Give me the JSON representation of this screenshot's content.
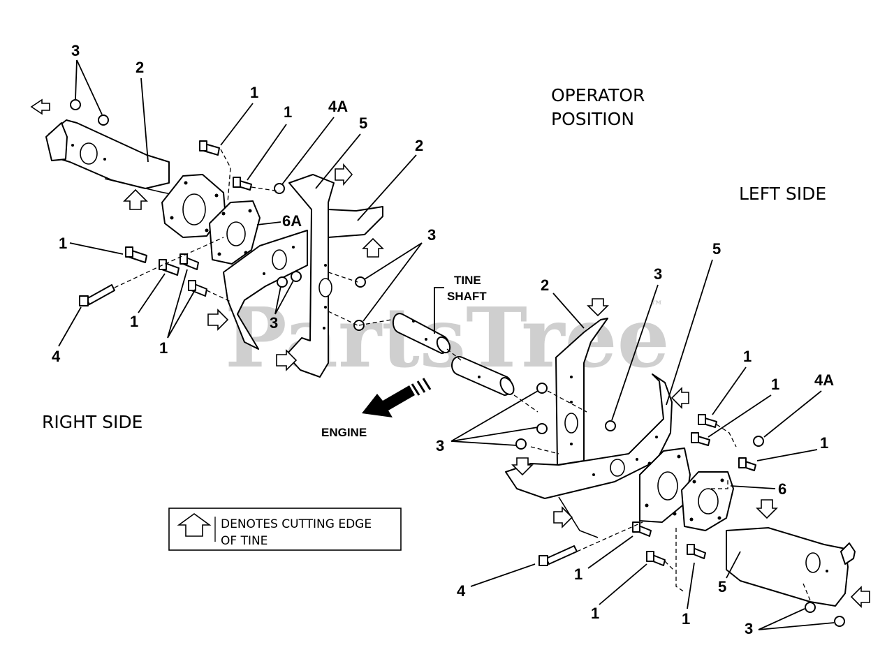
{
  "watermark": {
    "text": "PartsTree",
    "mark": "™"
  },
  "headings": {
    "operator_position_line1": "OPERATOR",
    "operator_position_line2": "POSITION",
    "left_side": "LEFT SIDE",
    "right_side": "RIGHT SIDE"
  },
  "callouts": {
    "tine_shaft_line1": "TINE",
    "tine_shaft_line2": "SHAFT",
    "engine": "ENGINE"
  },
  "legend": {
    "line1": "DENOTES CUTTING EDGE",
    "line2": "OF TINE",
    "icon": "up-arrow-outline-icon"
  },
  "part_numbers": {
    "n1": "1",
    "n2": "2",
    "n3": "3",
    "n4": "4",
    "n4a": "4A",
    "n5": "5",
    "n6": "6",
    "n6a": "6A"
  }
}
